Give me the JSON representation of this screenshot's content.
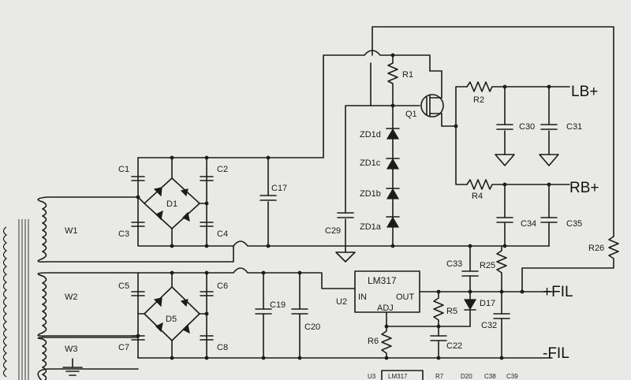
{
  "labels": {
    "W1": "W1",
    "W2": "W2",
    "W3": "W3",
    "C1": "C1",
    "C2": "C2",
    "C3": "C3",
    "C4": "C4",
    "D1": "D1",
    "C17": "C17",
    "C5": "C5",
    "C6": "C6",
    "C7": "C7",
    "C8": "C8",
    "D5": "D5",
    "C19": "C19",
    "C20": "C20",
    "C29": "C29",
    "R1": "R1",
    "Q1": "Q1",
    "ZD1d": "ZD1d",
    "ZD1c": "ZD1c",
    "ZD1b": "ZD1b",
    "ZD1a": "ZD1a",
    "R2": "R2",
    "R4": "R4",
    "C30": "C30",
    "C31": "C31",
    "C34": "C34",
    "C35": "C35",
    "R25": "R25",
    "R26": "R26",
    "C33": "C33",
    "R5": "R5",
    "D17": "D17",
    "C32": "C32",
    "C22": "C22",
    "R6": "R6",
    "U2": "U2"
  },
  "ic": {
    "name": "LM317",
    "in": "IN",
    "out": "OUT",
    "adj": "ADJ"
  },
  "rails": {
    "lb": "LB+",
    "rb": "RB+",
    "fil_pos": "+FIL",
    "fil_neg": "-FIL"
  },
  "bottom_row": [
    "U3",
    "LM317",
    "R7",
    "D20",
    "C38",
    "C39"
  ]
}
